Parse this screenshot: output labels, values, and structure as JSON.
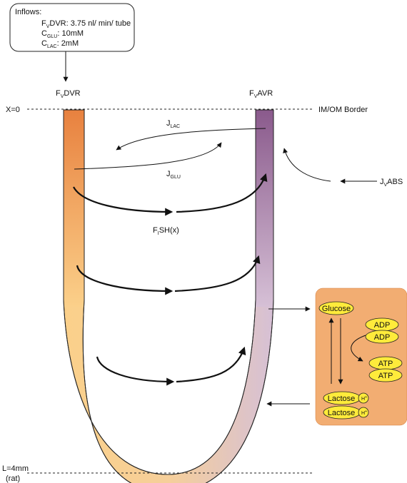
{
  "inflows": {
    "title": "Inflows:",
    "fvdvr_main": "F",
    "fvdvr_sub": "V",
    "fvdvr_rest": "DVR: 3.75 nl/ min/ tube",
    "cglu_main": "C",
    "cglu_sub": "GLU",
    "cglu_rest": ":   10mM",
    "clac_main": "C",
    "clac_sub": "LAC",
    "clac_rest": ":   2mM"
  },
  "labels": {
    "fvdvr_main": "F",
    "fvdvr_sub": "V",
    "fvdvr_rest": "DVR",
    "fvavr_main": "F",
    "fvavr_sub": "V",
    "fvavr_rest": "AVR",
    "x0": "X=0",
    "border": "IM/OM Border",
    "jlac_main": "J",
    "jlac_sub": "LAC",
    "jglu_main": "J",
    "jglu_sub": "GLU",
    "jvabs_main": "J",
    "jvabs_sub": "V",
    "jvabs_rest": "ABS",
    "fish_main": "F",
    "fish_sub": "I",
    "fish_rest": "SH(x)",
    "length": "L=4mm",
    "rat": "(rat)"
  },
  "cell": {
    "glucose": "Glucose",
    "adp1": "ADP",
    "adp2": "ADP",
    "atp1": "ATP",
    "atp2": "ATP",
    "lactose1": "Lactose",
    "lactose2": "Lactose",
    "hplus": "H",
    "hplus_sup": "+"
  },
  "colors": {
    "dvr_top": "#e8813f",
    "dvr_bottom": "#fbd08a",
    "avr_top": "#8a5a8c",
    "avr_bottom": "#d6c0d6",
    "bottom_mid": "#f6cf9a",
    "cell_bg": "#f2ad72",
    "molecule": "#ffeb3b"
  }
}
